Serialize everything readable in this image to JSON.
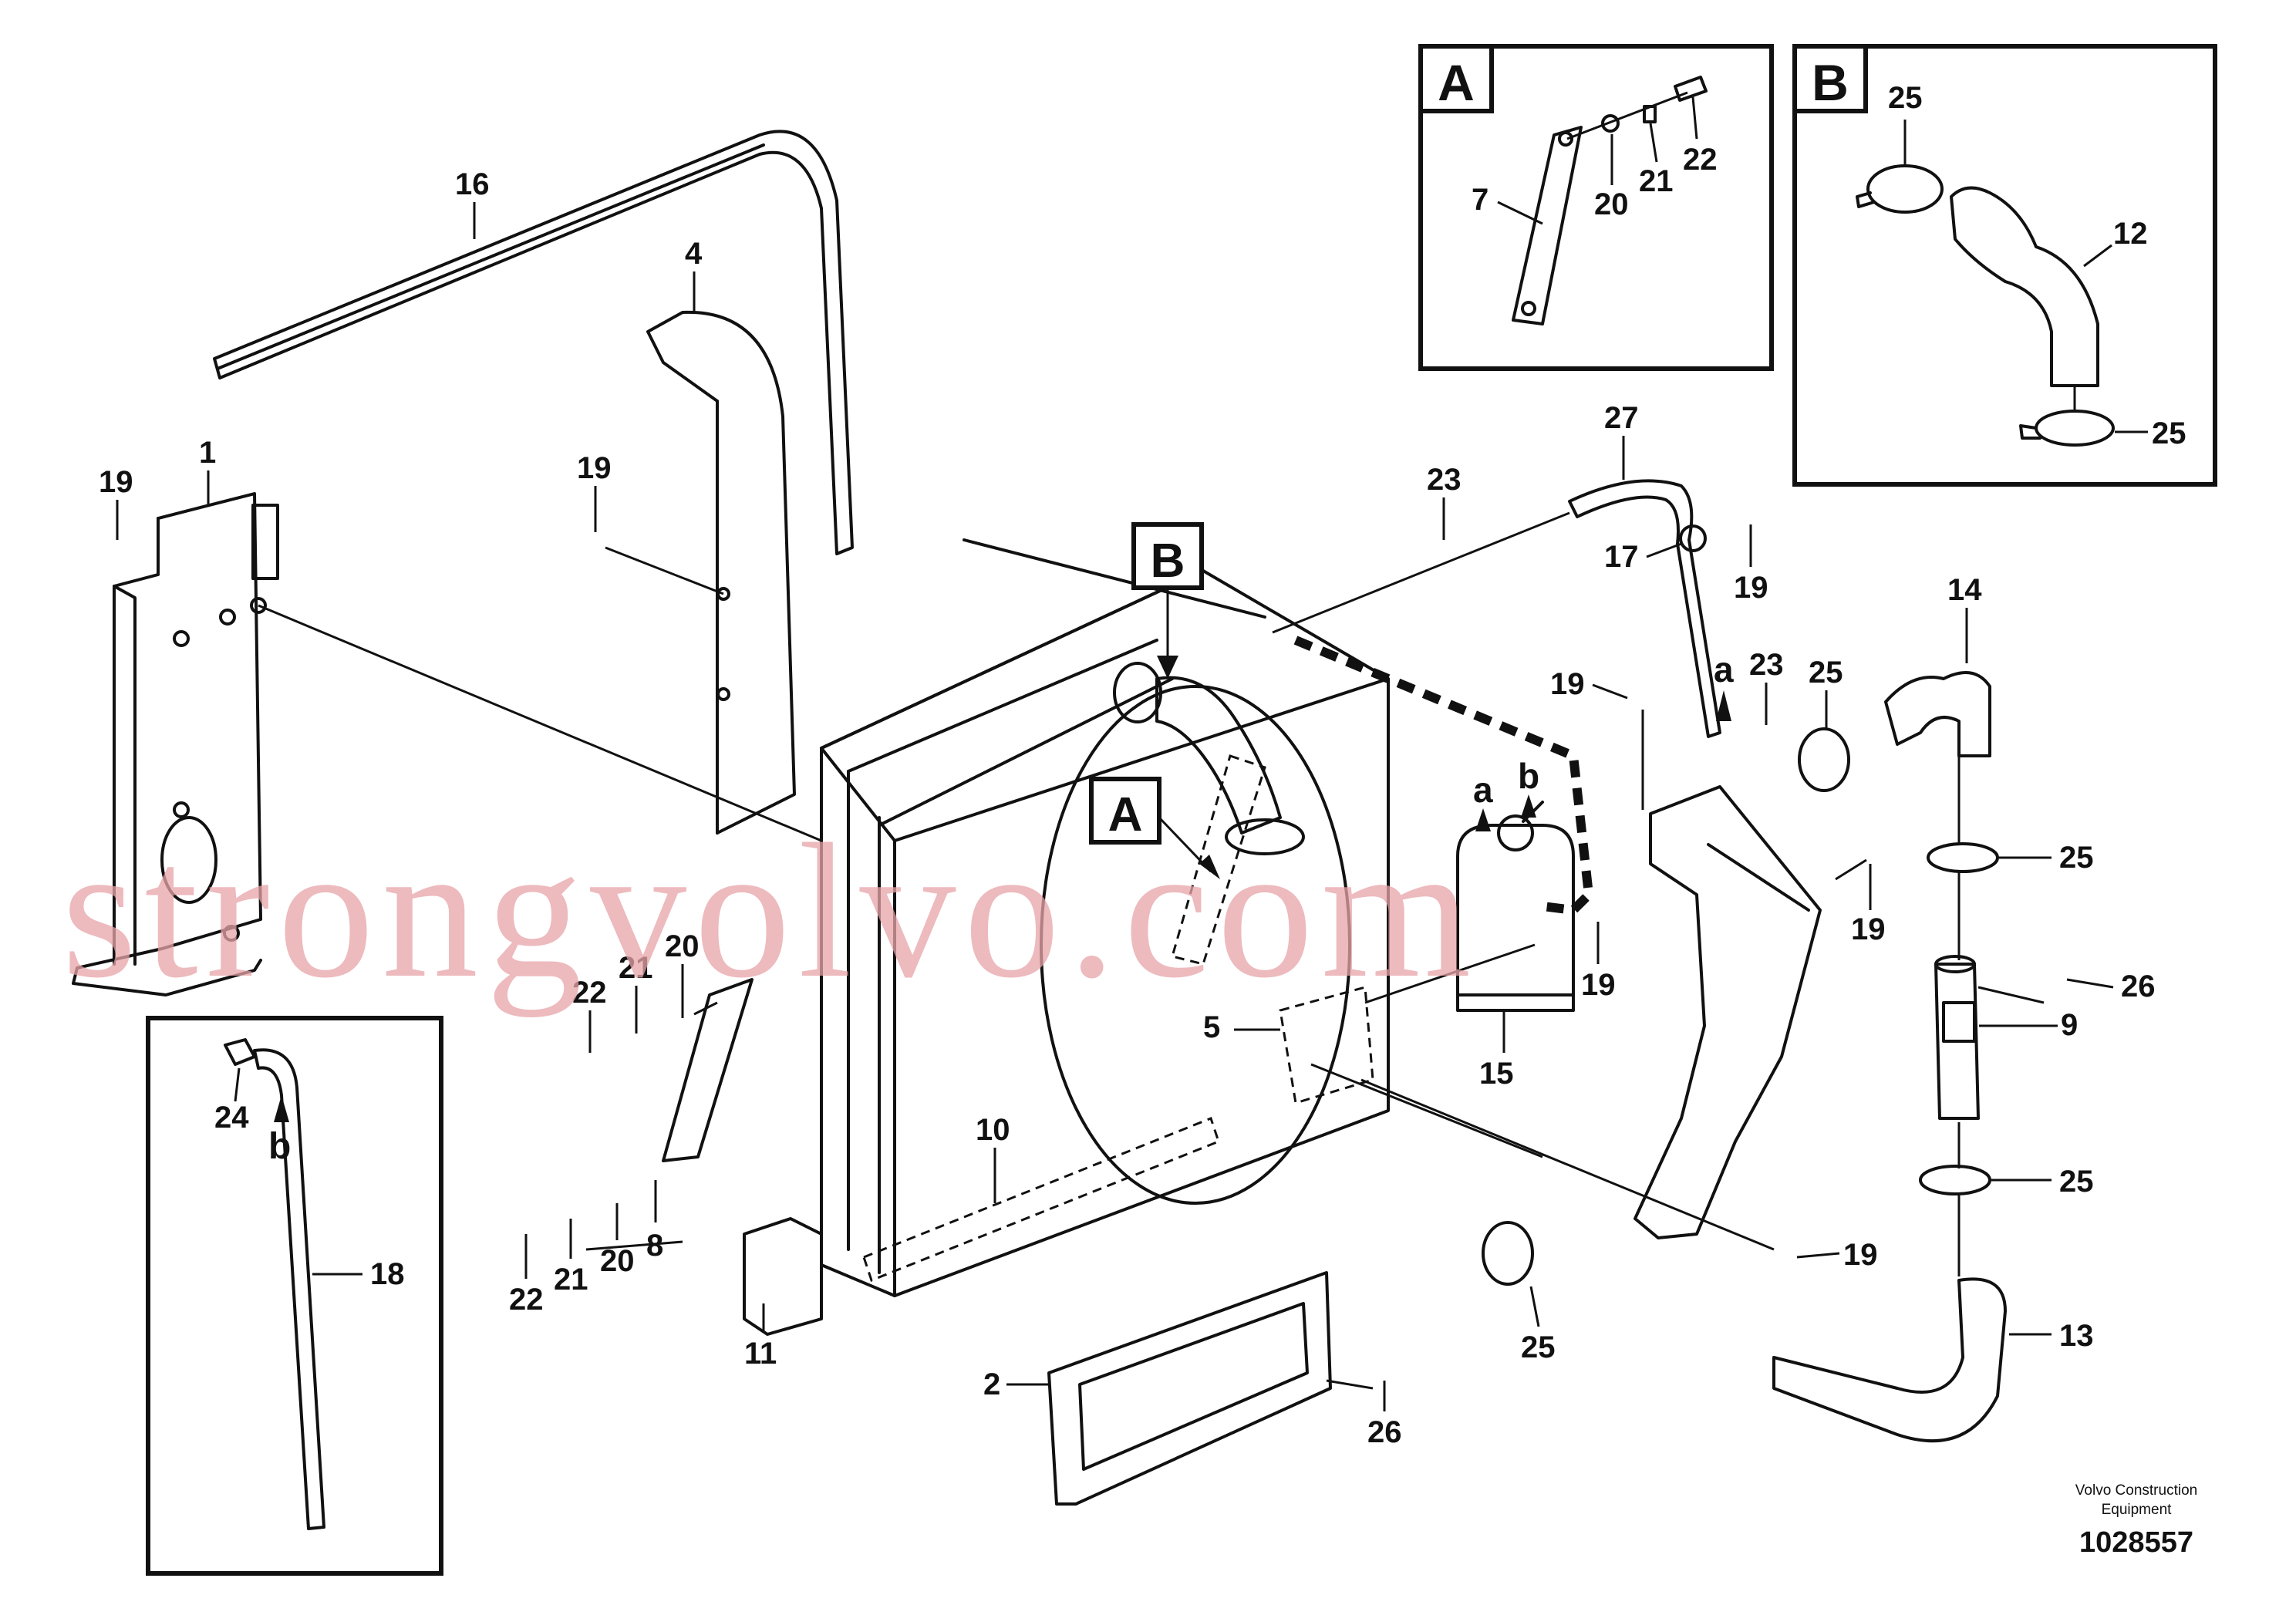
{
  "diagram": {
    "watermark": "strongvolvo.com",
    "footer": {
      "company_line1": "Volvo Construction",
      "company_line2": "Equipment",
      "drawing_number": "1028557"
    },
    "detail_a": {
      "tag": "A",
      "labels": {
        "p7": "7",
        "p20": "20",
        "p21": "21",
        "p22": "22"
      }
    },
    "detail_b": {
      "tag": "B",
      "labels": {
        "p25_top": "25",
        "p12": "12",
        "p25_bot": "25"
      }
    },
    "detail_hose": {
      "labels": {
        "p24": "24",
        "pb": "b",
        "p18": "18"
      }
    },
    "main_callouts": {
      "tag_a": "A",
      "tag_b": "B",
      "p1": "1",
      "p2": "2",
      "p4": "4",
      "p5": "5",
      "p8": "8",
      "p9": "9",
      "p10": "10",
      "p11": "11",
      "p13": "13",
      "p14": "14",
      "p15": "15",
      "p16": "16",
      "p17": "17",
      "p19_a": "19",
      "p19_b": "19",
      "p19_c": "19",
      "p19_d": "19",
      "p19_e": "19",
      "p19_f": "19",
      "p19_g": "19",
      "p20_a": "20",
      "p20_b": "20",
      "p21_a": "21",
      "p21_b": "21",
      "p22_a": "22",
      "p22_b": "22",
      "p23_a": "23",
      "p23_b": "23",
      "p25_a": "25",
      "p25_b": "25",
      "p25_c": "25",
      "p25_d": "25",
      "p26_a": "26",
      "p26_b": "26",
      "p27": "27",
      "pa_1": "a",
      "pb_1": "b",
      "pa_2": "a"
    }
  }
}
